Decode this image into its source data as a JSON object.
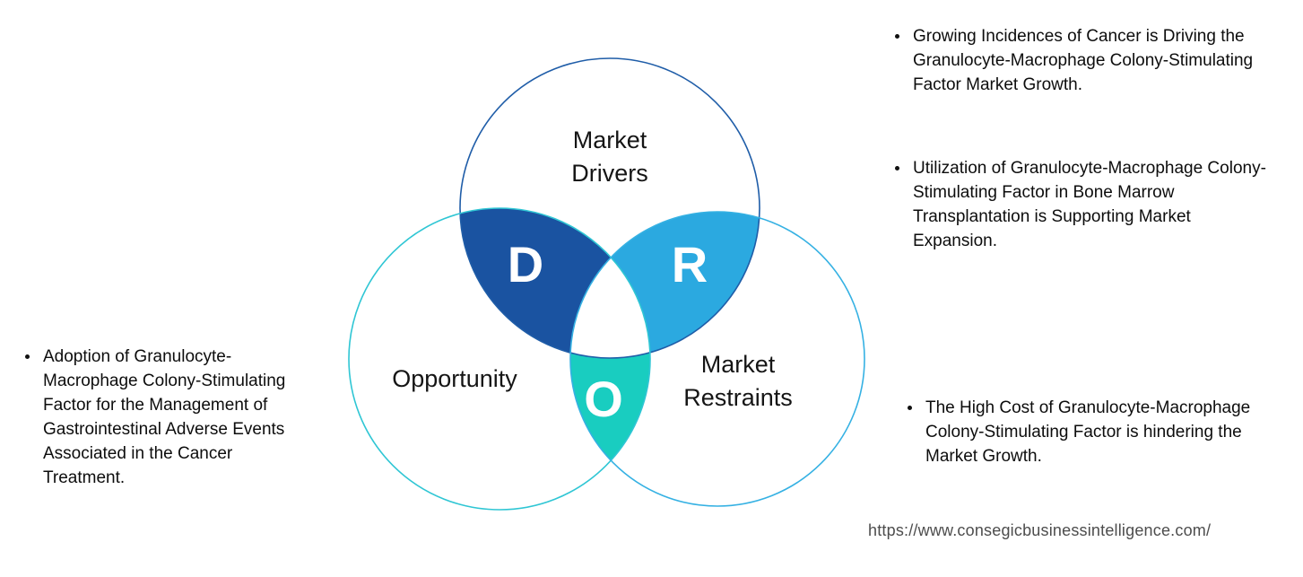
{
  "venn": {
    "drivers": {
      "label": "Market Drivers",
      "letter": "D",
      "stroke": "#1f5da8"
    },
    "opportunity": {
      "label": "Opportunity",
      "letter": "O",
      "stroke": "#2fc6d4"
    },
    "restraints": {
      "label": "Market Restraints",
      "letter": "R",
      "stroke": "#35b1e3"
    },
    "regions": {
      "d_fill": "#1a53a1",
      "r_fill": "#2ba9e0",
      "o_fill": "#19cdc0",
      "center_fill": "#ffffff"
    }
  },
  "left_notes": [
    {
      "text": "Adoption of Granulocyte-Macrophage Colony-Stimulating Factor for the Management of Gastrointestinal Adverse Events Associated in the Cancer Treatment."
    }
  ],
  "right_notes": [
    {
      "text": "Growing Incidences of Cancer is Driving the Granulocyte-Macrophage Colony-Stimulating Factor Market Growth."
    },
    {
      "text": "Utilization of Granulocyte-Macrophage Colony-Stimulating Factor in Bone Marrow Transplantation is Supporting Market Expansion."
    },
    {
      "text": "The High Cost of Granulocyte-Macrophage Colony-Stimulating Factor is hindering the Market Growth."
    }
  ],
  "footer": {
    "url": "https://www.consegicbusinessintelligence.com/"
  }
}
